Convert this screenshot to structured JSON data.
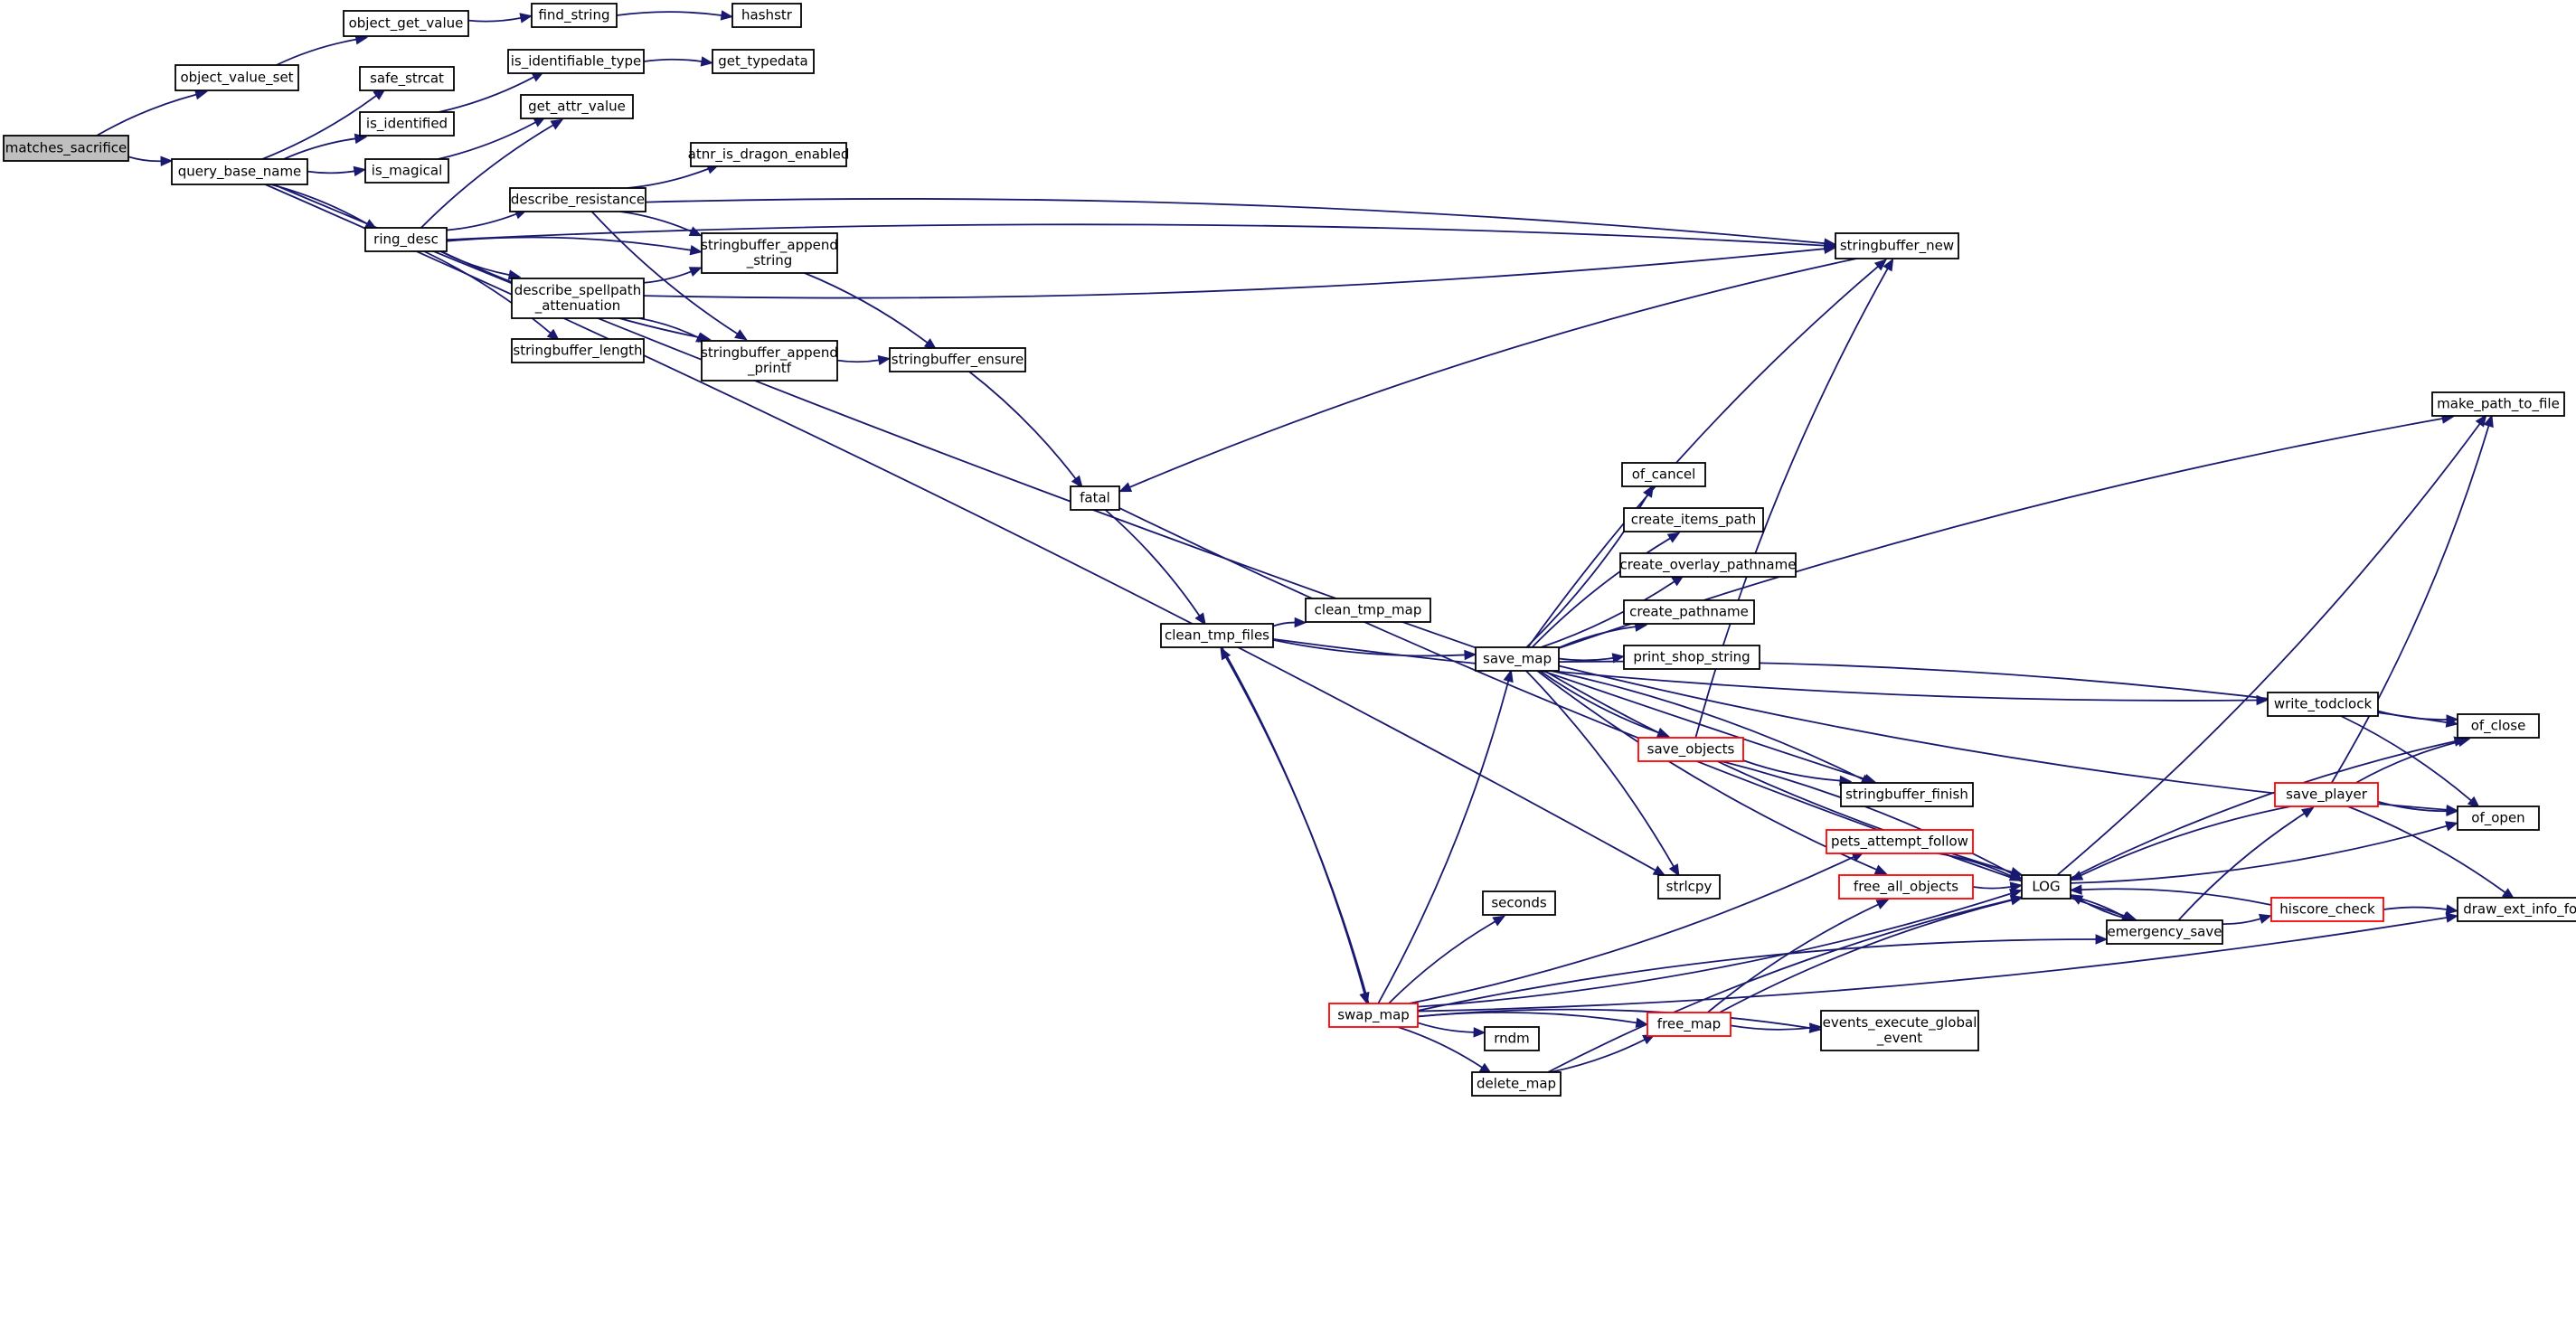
{
  "colors": {
    "edge": "#191970",
    "node_border": "#000000",
    "truncated_border": "#ff0000",
    "root_fill": "#bfbfbf",
    "node_fill": "#ffffff"
  },
  "nodes": [
    {
      "id": "matches_sacrifice",
      "lines": [
        "matches_sacrifice"
      ],
      "root": true
    },
    {
      "id": "object_value_set",
      "lines": [
        "object_value_set"
      ]
    },
    {
      "id": "query_base_name",
      "lines": [
        "query_base_name"
      ]
    },
    {
      "id": "object_get_value",
      "lines": [
        "object_get_value"
      ]
    },
    {
      "id": "find_string",
      "lines": [
        "find_string"
      ]
    },
    {
      "id": "hashstr",
      "lines": [
        "hashstr"
      ]
    },
    {
      "id": "safe_strcat",
      "lines": [
        "safe_strcat"
      ]
    },
    {
      "id": "is_identified",
      "lines": [
        "is_identified"
      ]
    },
    {
      "id": "is_identifiable_type",
      "lines": [
        "is_identifiable_type"
      ]
    },
    {
      "id": "get_typedata",
      "lines": [
        "get_typedata"
      ]
    },
    {
      "id": "is_magical",
      "lines": [
        "is_magical"
      ]
    },
    {
      "id": "get_attr_value",
      "lines": [
        "get_attr_value"
      ]
    },
    {
      "id": "ring_desc",
      "lines": [
        "ring_desc"
      ]
    },
    {
      "id": "atnr_is_dragon_enabled",
      "lines": [
        "atnr_is_dragon_enabled"
      ]
    },
    {
      "id": "describe_resistance",
      "lines": [
        "describe_resistance"
      ]
    },
    {
      "id": "stringbuffer_append_string",
      "lines": [
        "stringbuffer_append",
        "_string"
      ]
    },
    {
      "id": "describe_spellpath_attenuation",
      "lines": [
        "describe_spellpath",
        "_attenuation"
      ]
    },
    {
      "id": "stringbuffer_length",
      "lines": [
        "stringbuffer_length"
      ]
    },
    {
      "id": "stringbuffer_append_printf",
      "lines": [
        "stringbuffer_append",
        "_printf"
      ]
    },
    {
      "id": "stringbuffer_ensure",
      "lines": [
        "stringbuffer_ensure"
      ]
    },
    {
      "id": "stringbuffer_new",
      "lines": [
        "stringbuffer_new"
      ]
    },
    {
      "id": "fatal",
      "lines": [
        "fatal"
      ]
    },
    {
      "id": "make_path_to_file",
      "lines": [
        "make_path_to_file"
      ]
    },
    {
      "id": "of_cancel",
      "lines": [
        "of_cancel"
      ]
    },
    {
      "id": "create_items_path",
      "lines": [
        "create_items_path"
      ]
    },
    {
      "id": "create_overlay_pathname",
      "lines": [
        "create_overlay_pathname"
      ]
    },
    {
      "id": "clean_tmp_map",
      "lines": [
        "clean_tmp_map"
      ]
    },
    {
      "id": "create_pathname",
      "lines": [
        "create_pathname"
      ]
    },
    {
      "id": "clean_tmp_files",
      "lines": [
        "clean_tmp_files"
      ]
    },
    {
      "id": "save_map",
      "lines": [
        "save_map"
      ]
    },
    {
      "id": "print_shop_string",
      "lines": [
        "print_shop_string"
      ]
    },
    {
      "id": "write_todclock",
      "lines": [
        "write_todclock"
      ]
    },
    {
      "id": "of_close",
      "lines": [
        "of_close"
      ]
    },
    {
      "id": "save_objects",
      "lines": [
        "save_objects"
      ],
      "truncated": true
    },
    {
      "id": "stringbuffer_finish",
      "lines": [
        "stringbuffer_finish"
      ]
    },
    {
      "id": "save_player",
      "lines": [
        "save_player"
      ],
      "truncated": true
    },
    {
      "id": "of_open",
      "lines": [
        "of_open"
      ]
    },
    {
      "id": "pets_attempt_follow",
      "lines": [
        "pets_attempt_follow"
      ],
      "truncated": true
    },
    {
      "id": "strlcpy",
      "lines": [
        "strlcpy"
      ]
    },
    {
      "id": "free_all_objects",
      "lines": [
        "free_all_objects"
      ],
      "truncated": true
    },
    {
      "id": "LOG",
      "lines": [
        "LOG"
      ]
    },
    {
      "id": "hiscore_check",
      "lines": [
        "hiscore_check"
      ],
      "truncated": true
    },
    {
      "id": "draw_ext_info_format",
      "lines": [
        "draw_ext_info_format"
      ]
    },
    {
      "id": "seconds",
      "lines": [
        "seconds"
      ]
    },
    {
      "id": "emergency_save",
      "lines": [
        "emergency_save"
      ]
    },
    {
      "id": "swap_map",
      "lines": [
        "swap_map"
      ],
      "truncated": true
    },
    {
      "id": "rndm",
      "lines": [
        "rndm"
      ]
    },
    {
      "id": "free_map",
      "lines": [
        "free_map"
      ],
      "truncated": true
    },
    {
      "id": "events_execute_global_event",
      "lines": [
        "events_execute_global",
        "_event"
      ]
    },
    {
      "id": "delete_map",
      "lines": [
        "delete_map"
      ]
    }
  ],
  "edges": [
    [
      "matches_sacrifice",
      "object_value_set"
    ],
    [
      "matches_sacrifice",
      "query_base_name"
    ],
    [
      "object_value_set",
      "object_get_value"
    ],
    [
      "object_get_value",
      "find_string"
    ],
    [
      "find_string",
      "hashstr"
    ],
    [
      "query_base_name",
      "safe_strcat"
    ],
    [
      "query_base_name",
      "is_identified"
    ],
    [
      "query_base_name",
      "is_magical"
    ],
    [
      "query_base_name",
      "ring_desc"
    ],
    [
      "query_base_name",
      "stringbuffer_finish"
    ],
    [
      "query_base_name",
      "strlcpy"
    ],
    [
      "is_identified",
      "is_identifiable_type"
    ],
    [
      "is_identifiable_type",
      "get_typedata"
    ],
    [
      "is_magical",
      "get_attr_value"
    ],
    [
      "ring_desc",
      "get_attr_value"
    ],
    [
      "ring_desc",
      "describe_resistance"
    ],
    [
      "ring_desc",
      "stringbuffer_append_string"
    ],
    [
      "ring_desc",
      "describe_spellpath_attenuation"
    ],
    [
      "ring_desc",
      "stringbuffer_length"
    ],
    [
      "ring_desc",
      "stringbuffer_append_printf"
    ],
    [
      "ring_desc",
      "stringbuffer_new"
    ],
    [
      "describe_resistance",
      "atnr_is_dragon_enabled"
    ],
    [
      "describe_resistance",
      "stringbuffer_append_string"
    ],
    [
      "describe_resistance",
      "stringbuffer_append_printf"
    ],
    [
      "describe_resistance",
      "stringbuffer_new"
    ],
    [
      "describe_spellpath_attenuation",
      "stringbuffer_append_string"
    ],
    [
      "describe_spellpath_attenuation",
      "stringbuffer_append_printf"
    ],
    [
      "describe_spellpath_attenuation",
      "stringbuffer_new"
    ],
    [
      "stringbuffer_append_string",
      "stringbuffer_ensure"
    ],
    [
      "stringbuffer_append_printf",
      "stringbuffer_ensure"
    ],
    [
      "stringbuffer_ensure",
      "fatal"
    ],
    [
      "stringbuffer_new",
      "fatal"
    ],
    [
      "fatal",
      "clean_tmp_files"
    ],
    [
      "fatal",
      "emergency_save"
    ],
    [
      "clean_tmp_files",
      "clean_tmp_map"
    ],
    [
      "clean_tmp_files",
      "save_map"
    ],
    [
      "clean_tmp_files",
      "swap_map"
    ],
    [
      "clean_tmp_files",
      "write_todclock"
    ],
    [
      "save_map",
      "make_path_to_file"
    ],
    [
      "save_map",
      "of_cancel"
    ],
    [
      "save_map",
      "create_items_path"
    ],
    [
      "save_map",
      "create_overlay_pathname"
    ],
    [
      "save_map",
      "create_pathname"
    ],
    [
      "save_map",
      "print_shop_string"
    ],
    [
      "save_map",
      "of_close"
    ],
    [
      "save_map",
      "save_objects"
    ],
    [
      "save_map",
      "stringbuffer_new"
    ],
    [
      "save_map",
      "LOG"
    ],
    [
      "save_map",
      "strlcpy"
    ],
    [
      "save_map",
      "of_open"
    ],
    [
      "save_map",
      "stringbuffer_finish"
    ],
    [
      "save_map",
      "free_all_objects"
    ],
    [
      "save_objects",
      "stringbuffer_new"
    ],
    [
      "save_objects",
      "stringbuffer_finish"
    ],
    [
      "save_objects",
      "LOG"
    ],
    [
      "write_todclock",
      "of_close"
    ],
    [
      "write_todclock",
      "of_open"
    ],
    [
      "save_player",
      "make_path_to_file"
    ],
    [
      "save_player",
      "of_close"
    ],
    [
      "save_player",
      "of_open"
    ],
    [
      "save_player",
      "draw_ext_info_format"
    ],
    [
      "save_player",
      "LOG"
    ],
    [
      "pets_attempt_follow",
      "LOG"
    ],
    [
      "free_all_objects",
      "LOG"
    ],
    [
      "LOG",
      "emergency_save"
    ],
    [
      "LOG",
      "make_path_to_file"
    ],
    [
      "LOG",
      "of_close"
    ],
    [
      "LOG",
      "of_open"
    ],
    [
      "emergency_save",
      "save_player"
    ],
    [
      "emergency_save",
      "hiscore_check"
    ],
    [
      "emergency_save",
      "LOG"
    ],
    [
      "hiscore_check",
      "LOG"
    ],
    [
      "hiscore_check",
      "draw_ext_info_format"
    ],
    [
      "swap_map",
      "save_map"
    ],
    [
      "swap_map",
      "seconds"
    ],
    [
      "swap_map",
      "pets_attempt_follow"
    ],
    [
      "swap_map",
      "free_map"
    ],
    [
      "swap_map",
      "rndm"
    ],
    [
      "swap_map",
      "delete_map"
    ],
    [
      "swap_map",
      "LOG"
    ],
    [
      "swap_map",
      "events_execute_global_event"
    ],
    [
      "swap_map",
      "clean_tmp_files"
    ],
    [
      "swap_map",
      "emergency_save"
    ],
    [
      "swap_map",
      "draw_ext_info_format"
    ],
    [
      "free_map",
      "free_all_objects"
    ],
    [
      "free_map",
      "events_execute_global_event"
    ],
    [
      "free_map",
      "LOG"
    ],
    [
      "delete_map",
      "free_map"
    ],
    [
      "delete_map",
      "LOG"
    ]
  ]
}
